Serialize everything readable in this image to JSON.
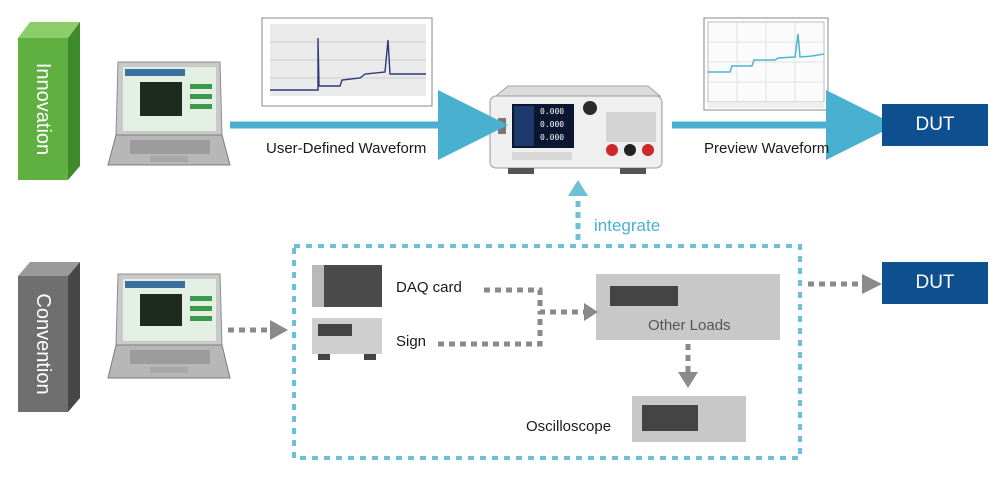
{
  "rows": {
    "innovation_label": "Innovation",
    "convention_label": "Convention"
  },
  "innovation": {
    "arrow1_label": "User-Defined Waveform",
    "arrow2_label": "Preview Waveform",
    "dut_label": "DUT",
    "integrate_label": "integrate"
  },
  "convention": {
    "daq_label": "DAQ card",
    "sign_label": "Sign",
    "other_loads_label": "Other Loads",
    "oscilloscope_label": "Oscilloscope",
    "dut_label": "DUT"
  },
  "device": {
    "display_values": [
      "0.000",
      "0.000",
      "0.000"
    ]
  },
  "colors": {
    "innovation_green": "#5fb040",
    "convention_gray": "#6f6f6f",
    "arrow_blue": "#4ab0cf",
    "dut_blue": "#0d4f8f",
    "dashed_gray": "#8a8a8a",
    "dashed_box_blue": "#6cc0d8"
  }
}
